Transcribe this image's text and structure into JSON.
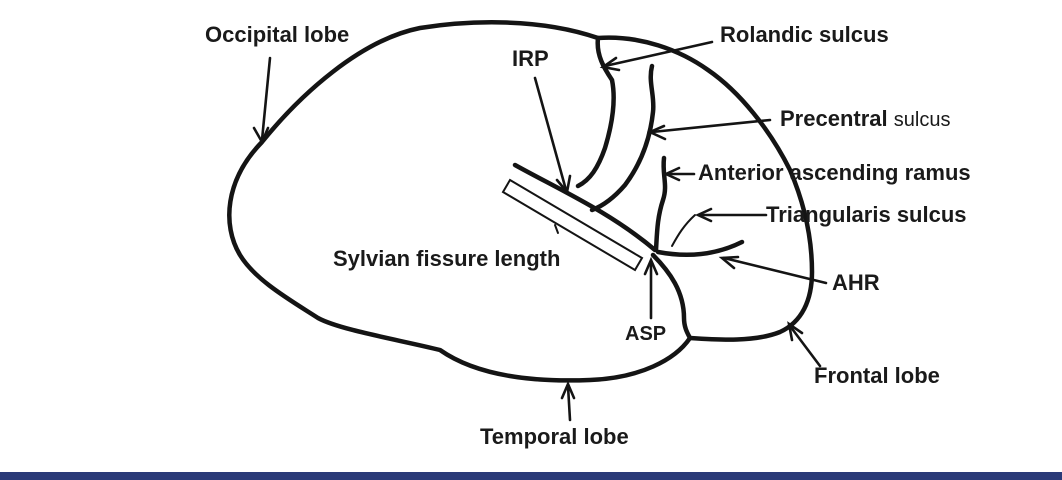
{
  "labels": {
    "occipital_lobe": "Occipital lobe",
    "rolandic_sulcus": "Rolandic sulcus",
    "irp": "IRP",
    "precentral_bold": "Precentral",
    "precentral_small": "sulcus",
    "anterior_ascending_ramus": "Anterior ascending ramus",
    "triangularis_sulcus": "Triangularis sulcus",
    "sylvian_fissure_length": "Sylvian fissure length",
    "ahr": "AHR",
    "asp": "ASP",
    "frontal_lobe": "Frontal lobe",
    "temporal_lobe": "Temporal lobe"
  },
  "colors": {
    "ink": "#141414",
    "footer_bar": "#2a3a78",
    "background": "#ffffff"
  }
}
